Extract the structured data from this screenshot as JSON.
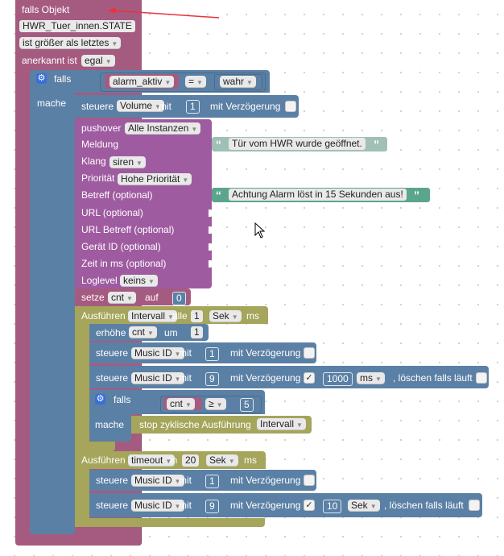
{
  "trigger": {
    "title": "falls Objekt",
    "object_id": "HWR_Tuer_innen.STATE",
    "condition": "ist größer als letztes",
    "ack_label": "anerkannt ist",
    "ack_value": "egal"
  },
  "if1": {
    "falls": "falls",
    "mache": "mache",
    "var": "alarm_aktiv",
    "op": "=",
    "value": "wahr"
  },
  "control_volume": {
    "label": "steuere",
    "target": "Volume",
    "mit": "mit",
    "value": "1",
    "delay_label": "mit Verzögerung"
  },
  "pushover": {
    "label": "pushover",
    "instance": "Alle Instanzen",
    "meldung": "Meldung",
    "meldung_text": "Tür vom HWR wurde geöffnet.",
    "klang": "Klang",
    "klang_value": "siren",
    "prioritaet": "Priorität",
    "prioritaet_value": "Hohe Priorität",
    "betreff": "Betreff (optional)",
    "betreff_text": "Achtung Alarm löst in 15 Sekunden aus!",
    "url": "URL (optional)",
    "url_betreff": "URL Betreff (optional)",
    "geraet": "Gerät ID (optional)",
    "zeit": "Zeit in ms (optional)",
    "loglevel": "Loglevel",
    "loglevel_value": "keins"
  },
  "set_cnt": {
    "setze": "setze",
    "var": "cnt",
    "auf": "auf",
    "value": "0"
  },
  "interval": {
    "label": "Ausführen",
    "type": "Intervall",
    "alle": "alle",
    "value": "1",
    "unit": "Sek",
    "ms": "ms"
  },
  "increment": {
    "label": "erhöhe",
    "var": "cnt",
    "um": "um",
    "value": "1"
  },
  "music1": {
    "label": "steuere",
    "target": "Music ID",
    "mit": "mit",
    "value": "1",
    "delay_label": "mit Verzögerung"
  },
  "music9": {
    "label": "steuere",
    "target": "Music ID",
    "mit": "mit",
    "value": "9",
    "delay_label": "mit Verzögerung",
    "check": "✓",
    "delay_value": "1000",
    "delay_unit": "ms",
    "clear_label": ", löschen falls läuft"
  },
  "if2": {
    "falls": "falls",
    "mache": "mache",
    "var": "cnt",
    "op": "≥",
    "value": "5"
  },
  "stop": {
    "label": "stop zyklische Ausführung",
    "type": "Intervall"
  },
  "timeout": {
    "label": "Ausführen",
    "type": "timeout",
    "in": "in",
    "value": "20",
    "unit": "Sek",
    "ms": "ms"
  },
  "music1b": {
    "label": "steuere",
    "target": "Music ID",
    "mit": "mit",
    "value": "1",
    "delay_label": "mit Verzögerung"
  },
  "music9b": {
    "label": "steuere",
    "target": "Music ID",
    "mit": "mit",
    "value": "9",
    "delay_label": "mit Verzögerung",
    "check": "✓",
    "delay_value": "10",
    "delay_unit": "Sek",
    "clear_label": ", löschen falls läuft"
  },
  "colors": {
    "trigger": "#a55b80",
    "logic": "#5b80a5",
    "text": "#5ba58c",
    "variable": "#a55b80",
    "timer": "#a5a55b",
    "arrow": "#e8333a"
  }
}
